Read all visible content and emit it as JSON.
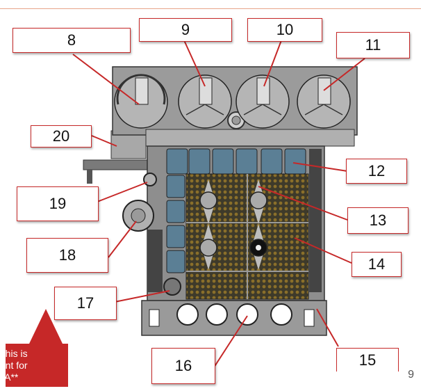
{
  "callouts": [
    {
      "id": "8",
      "label": "8"
    },
    {
      "id": "9",
      "label": "9"
    },
    {
      "id": "10",
      "label": "10"
    },
    {
      "id": "11",
      "label": "11"
    },
    {
      "id": "12",
      "label": "12"
    },
    {
      "id": "13",
      "label": "13"
    },
    {
      "id": "14",
      "label": "14"
    },
    {
      "id": "15",
      "label": "15"
    },
    {
      "id": "16",
      "label": "16"
    },
    {
      "id": "17",
      "label": "17"
    },
    {
      "id": "18",
      "label": "18"
    },
    {
      "id": "19",
      "label": "19"
    },
    {
      "id": "20",
      "label": "20"
    }
  ],
  "note": {
    "lines": [
      "f this is",
      "tant for",
      "DA**"
    ]
  },
  "page_number": "9",
  "colors": {
    "accent_red": "#c62828",
    "machine_gray": "#9a9a9a",
    "cartridge_blue": "#5b7f95",
    "tray_brown": "#6b5a2e"
  }
}
